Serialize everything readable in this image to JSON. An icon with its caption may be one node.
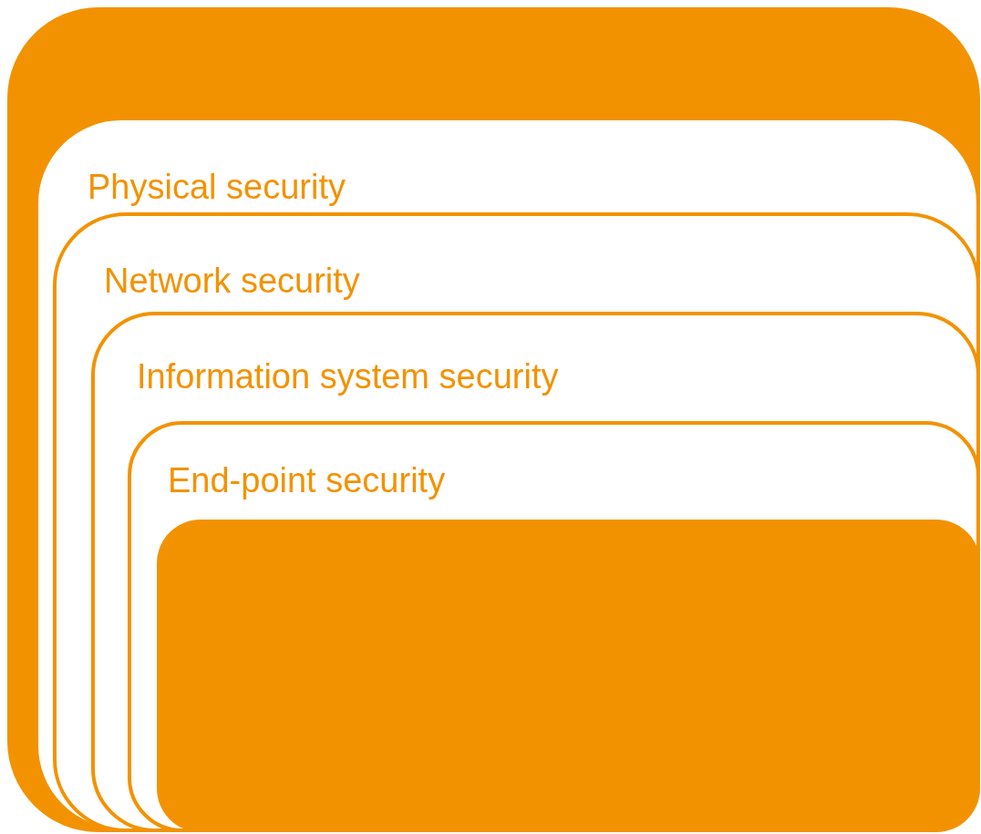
{
  "diagram": {
    "nodes": [
      {
        "text": [],
        "shape": "box"
      },
      {
        "text": [
          "Physical security"
        ],
        "in": 0
      },
      {
        "text": [
          "Network security"
        ],
        "in": 1
      },
      {
        "text": [
          "Information system security"
        ],
        "in": 2
      },
      {
        "text": [
          "End-point security"
        ],
        "in": 3
      },
      {
        "text": [],
        "shape": "box",
        "in": 4
      }
    ]
  }
}
